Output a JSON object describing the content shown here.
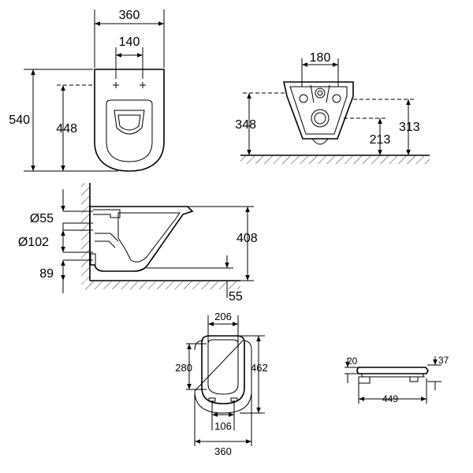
{
  "front_view": {
    "width_label": "360",
    "fixing_spacing_label": "140",
    "total_height_label": "540",
    "fixing_height_label": "448"
  },
  "rear_view": {
    "width_label": "180",
    "height_left_label": "348",
    "height_right_label": "313",
    "outlet_height_label": "213"
  },
  "side_view": {
    "inlet_diameter_label": "Ø55",
    "outlet_diameter_label": "Ø102",
    "outlet_floor_label": "89",
    "total_height_label": "408",
    "floor_clearance_label": "55"
  },
  "seat_view": {
    "top_width_label": "206",
    "inner_length_label": "280",
    "total_length_label": "462",
    "hinge_spacing_label": "106",
    "bottom_width_label": "360"
  },
  "seat_side_view": {
    "thickness_label": "20",
    "height_label": "37",
    "length_label": "449"
  }
}
